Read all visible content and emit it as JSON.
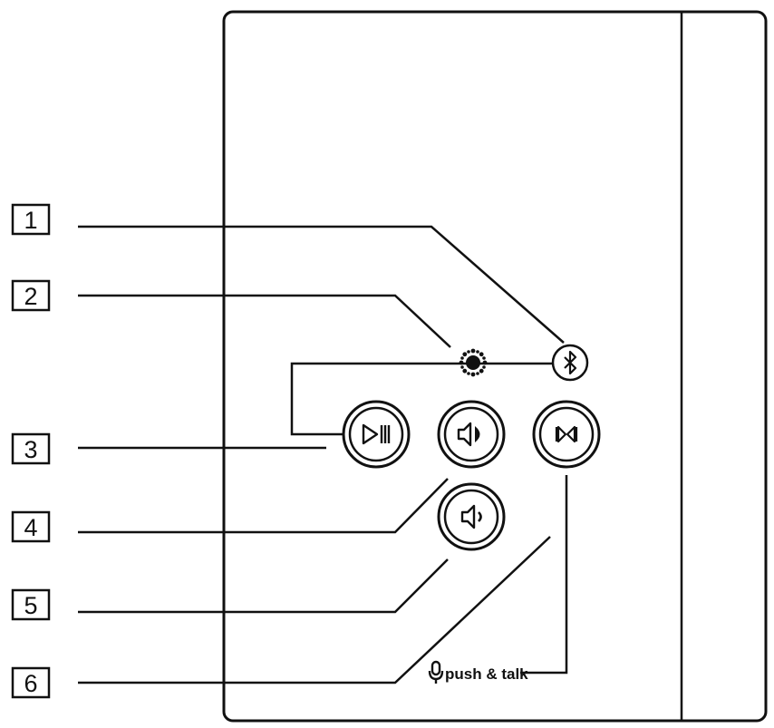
{
  "callouts": [
    {
      "number": "1",
      "target": "bluetooth-indicator"
    },
    {
      "number": "2",
      "target": "status-led"
    },
    {
      "number": "3",
      "target": "play-pause-button"
    },
    {
      "number": "4",
      "target": "volume-up-button"
    },
    {
      "number": "5",
      "target": "volume-down-button"
    },
    {
      "number": "6",
      "target": "push-to-talk-button"
    }
  ],
  "push_to_talk": {
    "label": "push & talk"
  },
  "icons": {
    "bluetooth": "bluetooth-icon",
    "led": "status-led-icon",
    "play_pause": "play-pause-icon",
    "volume_up": "volume-up-icon",
    "volume_down": "volume-down-icon",
    "skip": "skip-icon",
    "microphone": "microphone-icon"
  },
  "colors": {
    "line": "#111111",
    "background": "#ffffff"
  }
}
